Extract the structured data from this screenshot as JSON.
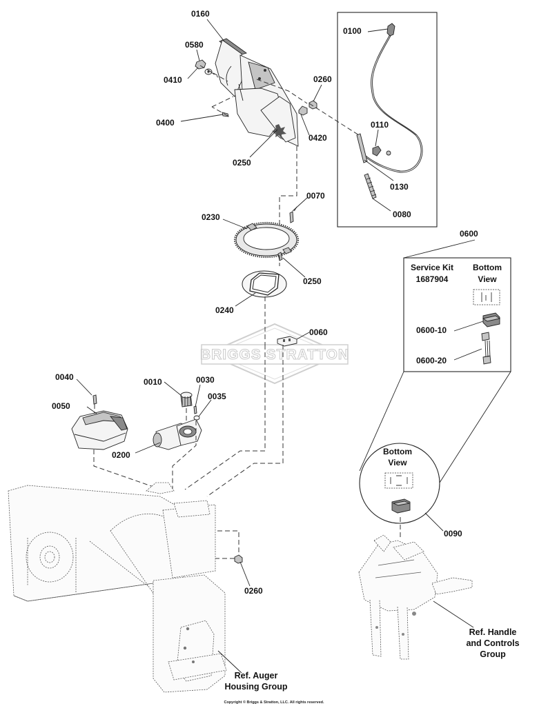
{
  "labels": {
    "p0160": "0160",
    "p0580": "0580",
    "p0410": "0410",
    "p0400": "0400",
    "p0260_top": "0260",
    "p0420": "0420",
    "p0250_top": "0250",
    "p0100": "0100",
    "p0110": "0110",
    "p0130": "0130",
    "p0080": "0080",
    "p0070": "0070",
    "p0230": "0230",
    "p0250_mid": "0250",
    "p0240": "0240",
    "p0060": "0060",
    "p0600": "0600",
    "p0040": "0040",
    "p0050": "0050",
    "p0010": "0010",
    "p0030": "0030",
    "p0035": "0035",
    "p0200": "0200",
    "p0600_10": "0600-10",
    "p0600_20": "0600-20",
    "p0090": "0090",
    "p0260_bottom": "0260"
  },
  "service_kit": {
    "line1": "Service Kit",
    "line2": "1687904",
    "bottom_view_1": "Bottom",
    "bottom_view_2": "View"
  },
  "circle_callout": {
    "line1": "Bottom",
    "line2": "View"
  },
  "references": {
    "handle_1": "Ref. Handle",
    "handle_2": "and Controls",
    "handle_3": "Group",
    "auger_1": "Ref. Auger",
    "auger_2": "Housing Group"
  },
  "watermark": "BRIGGS STRATTON",
  "copyright": "Copyright © Briggs & Stratton, LLC. All rights reserved."
}
